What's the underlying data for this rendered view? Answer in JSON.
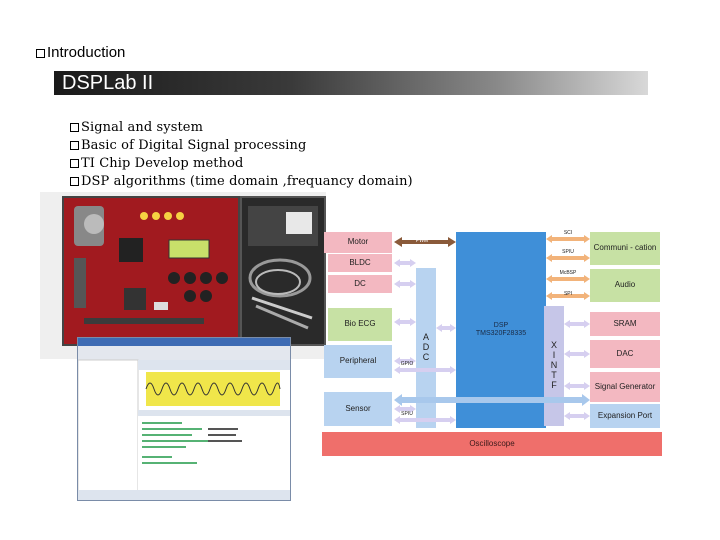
{
  "slide": {
    "intro_label": "Introduction",
    "banner_title": "DSPLab II",
    "topics": [
      "Signal and system",
      "Basic of Digital Signal processing",
      "TI Chip Develop method",
      "DSP algorithms (time domain ,frequancy domain)"
    ]
  },
  "diagram": {
    "left_blocks": [
      "Motor",
      "BLDC",
      "DC",
      "Bio ECG",
      "Peripheral",
      "Sensor"
    ],
    "adc_letters": [
      "A",
      "D",
      "C"
    ],
    "dsp_label": "DSP",
    "dsp_chip": "TMS320F28335",
    "xintf_letters": [
      "X",
      "I",
      "N",
      "T",
      "F"
    ],
    "right_blocks": [
      "Communi - cation",
      "Audio",
      "SRAM",
      "DAC",
      "Signal Generator",
      "Expansion Port"
    ],
    "bottom_bar": "Oscilloscope",
    "bus_labels": {
      "pwm": "PWM",
      "sci": "SCI",
      "spiu": "SPIU",
      "mcbsp": "McBSP",
      "spi": "SPI",
      "gpio": "GPIO",
      "spiu2": "SPIU"
    },
    "colors": {
      "pink": "#f3b8c1",
      "green": "#c7e1a4",
      "blue": "#b8d3f0",
      "dsp": "#3f8fd8",
      "oscilloscope": "#ef6f6b"
    }
  }
}
